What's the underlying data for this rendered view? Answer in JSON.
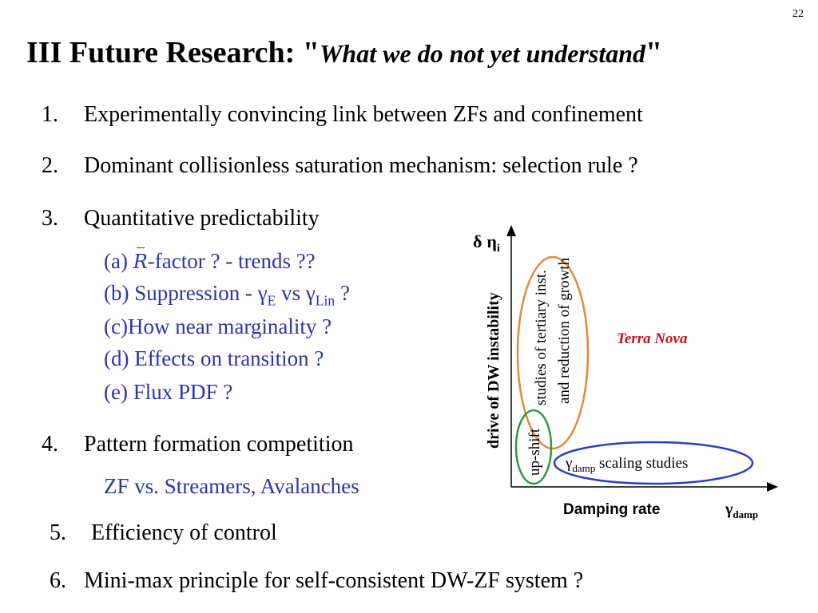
{
  "page_number": "22",
  "title": {
    "main": "III Future Research: ",
    "quote_open": "\"",
    "italic": "What we do not yet understand",
    "quote_close": "\""
  },
  "items": [
    {
      "num": "1.",
      "text": "Experimentally convincing link between ZFs and confinement"
    },
    {
      "num": "2.",
      "text": "Dominant collisionless saturation mechanism: selection rule ?"
    },
    {
      "num": "3.",
      "text": "Quantitative predictability"
    },
    {
      "num": "4.",
      "text": "Pattern formation competition"
    },
    {
      "num": "5.",
      "text": "Efficiency of control"
    },
    {
      "num": "6.",
      "text": "Mini-max principle for self-consistent DW-ZF system ?"
    }
  ],
  "subitems_3": {
    "a_prefix": "(a) ",
    "a_symbol": "R",
    "a_suffix": "-factor ? - trends ??",
    "b_prefix": "(b) Suppression - ",
    "b_gamma1": "γ",
    "b_sub1": "E",
    "b_vs": " vs ",
    "b_gamma2": "γ",
    "b_sub2": "Lin",
    "b_suffix": " ?",
    "c": "(c)How near marginality ?",
    "d": "(d) Effects on transition ?",
    "e": "(e) Flux PDF ?"
  },
  "subitem_4": "ZF vs. Streamers, Avalanches",
  "diagram": {
    "y_symbol_delta": "δ",
    "y_symbol_eta": "η",
    "y_symbol_sub": "i",
    "y_axis_label": "drive of DW instability",
    "x_axis_label": "Damping rate",
    "x_symbol_gamma": "γ",
    "x_symbol_sub": "damp",
    "orange_label_1": "studies of tertiary inst.",
    "orange_label_2": "and reduction of growth",
    "green_label": "up-shift",
    "blue_label_gamma": "γ",
    "blue_label_sub": "damp",
    "blue_label_text": " scaling studies",
    "terra_nova": "Terra Nova",
    "colors": {
      "orange": "#e08a3a",
      "green": "#2e9a3c",
      "blue": "#2a3fc0",
      "red": "#c0141c",
      "subtext": "#2d35a6"
    }
  }
}
